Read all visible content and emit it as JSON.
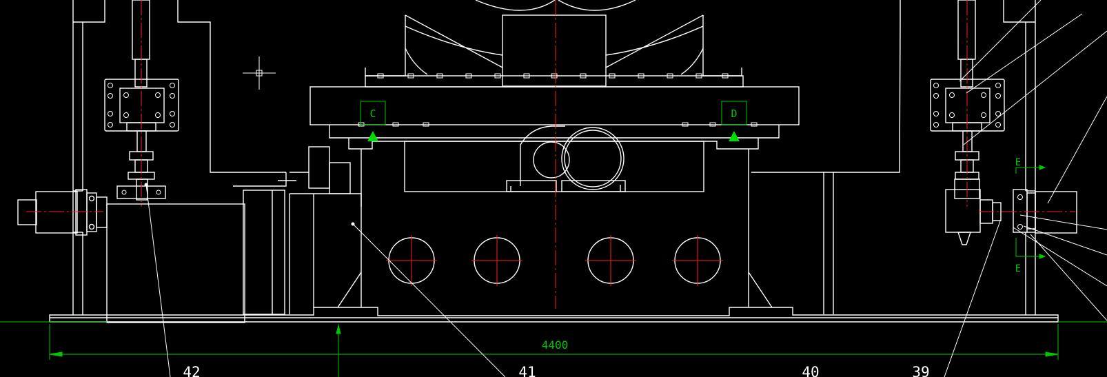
{
  "colors": {
    "background": "#000000",
    "outline": "#ffffff",
    "centerline": "#ff2020",
    "dimension": "#00c800",
    "marker": "#00dd00"
  },
  "dimension": {
    "overall_width": "4400"
  },
  "section_markers": {
    "left": "C",
    "right": "D"
  },
  "section_cut": {
    "top": "E",
    "bottom": "E"
  },
  "callouts": [
    "42",
    "41",
    "40",
    "39"
  ]
}
